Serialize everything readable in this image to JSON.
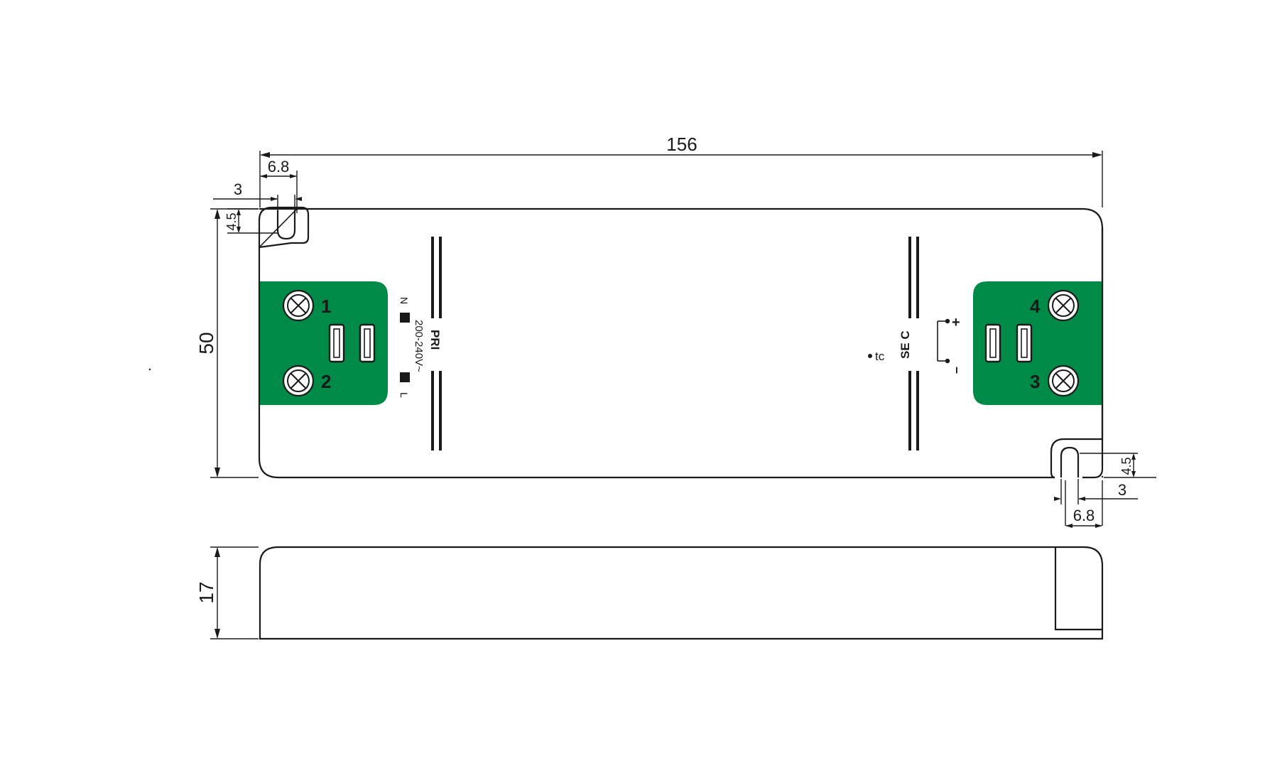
{
  "dimensions": {
    "length": "156",
    "width": "50",
    "height": "17",
    "hole_top_offset": "6.8",
    "hole_top_width": "3",
    "hole_top_depth": "4.5",
    "hole_bottom_offset": "6.8",
    "hole_bottom_width": "3",
    "hole_bottom_depth": "4.5"
  },
  "primary": {
    "label": "PRI",
    "voltage": "200-240V~",
    "terminal_1": "1",
    "terminal_2": "2",
    "pin_n": "N",
    "pin_l": "L"
  },
  "secondary": {
    "label": "SE C",
    "tc": "tc",
    "plus": "+",
    "minus": "–",
    "terminal_3": "3",
    "terminal_4": "4"
  },
  "colors": {
    "terminal_block": "#008a47",
    "line": "#1a1a1a"
  }
}
